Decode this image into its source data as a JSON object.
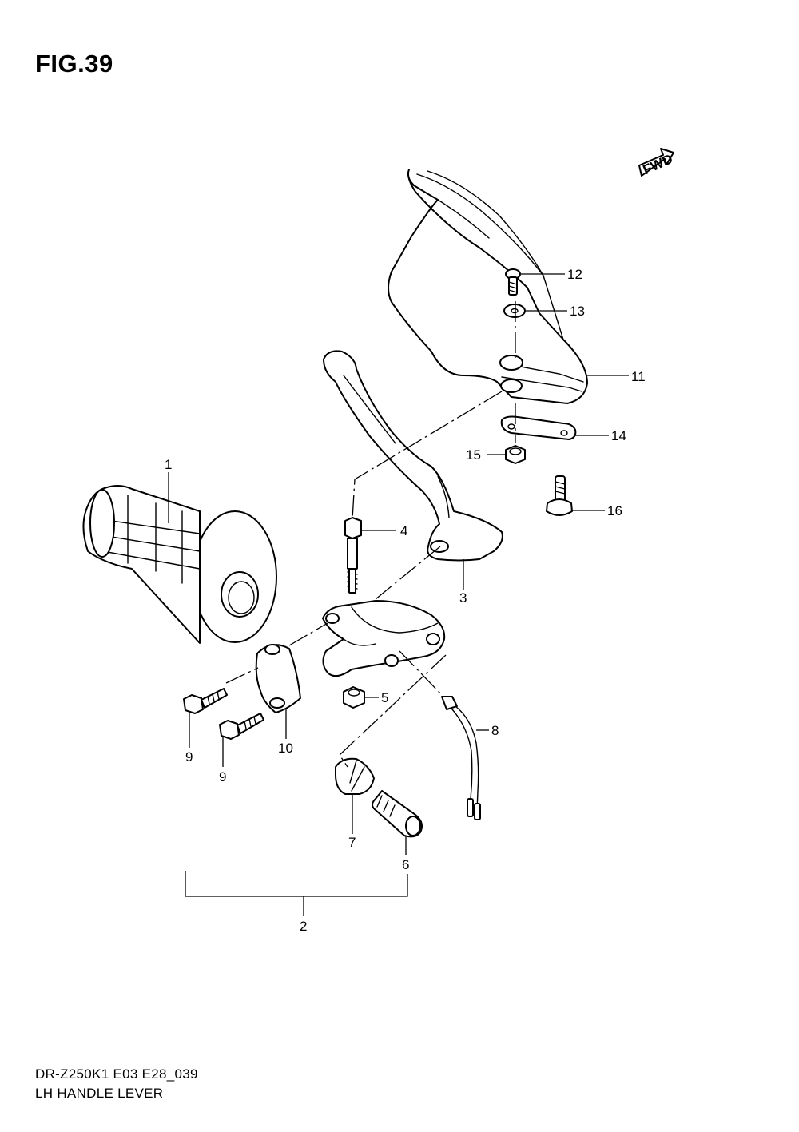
{
  "figure": {
    "title": "FIG.39",
    "direction_badge": "FWD",
    "model_code": "DR-Z250K1 E03 E28_039",
    "caption": "LH HANDLE LEVER"
  },
  "callouts": [
    {
      "id": "1",
      "label": "1"
    },
    {
      "id": "2",
      "label": "2"
    },
    {
      "id": "3",
      "label": "3"
    },
    {
      "id": "4",
      "label": "4"
    },
    {
      "id": "5",
      "label": "5"
    },
    {
      "id": "6",
      "label": "6"
    },
    {
      "id": "7",
      "label": "7"
    },
    {
      "id": "8",
      "label": "8"
    },
    {
      "id": "9a",
      "label": "9"
    },
    {
      "id": "9b",
      "label": "9"
    },
    {
      "id": "10",
      "label": "10"
    },
    {
      "id": "11",
      "label": "11"
    },
    {
      "id": "12",
      "label": "12"
    },
    {
      "id": "13",
      "label": "13"
    },
    {
      "id": "14",
      "label": "14"
    },
    {
      "id": "15",
      "label": "15"
    },
    {
      "id": "16",
      "label": "16"
    }
  ]
}
